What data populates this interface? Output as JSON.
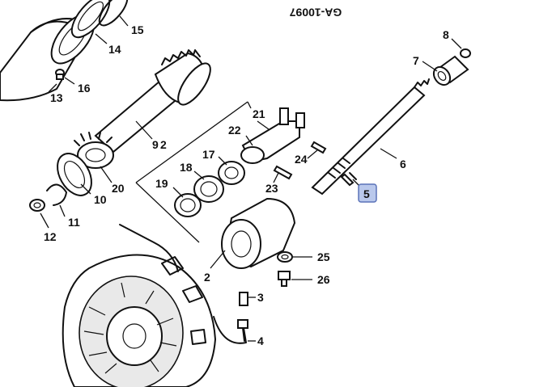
{
  "diagram": {
    "reference_code": "GA-10097",
    "highlight_color": "#b9c8ec",
    "highlighted_part": "5",
    "callouts": {
      "c2a": "2",
      "c2b": "2",
      "c3": "3",
      "c4": "4",
      "c5": "5",
      "c6": "6",
      "c7": "7",
      "c8": "8",
      "c9": "9",
      "c10": "10",
      "c11": "11",
      "c12": "12",
      "c13": "13",
      "c14": "14",
      "c15": "15",
      "c16": "16",
      "c17": "17",
      "c18": "18",
      "c19": "19",
      "c20": "20",
      "c21": "21",
      "c22": "22",
      "c23": "23",
      "c24": "24",
      "c25": "25",
      "c26": "26"
    }
  }
}
